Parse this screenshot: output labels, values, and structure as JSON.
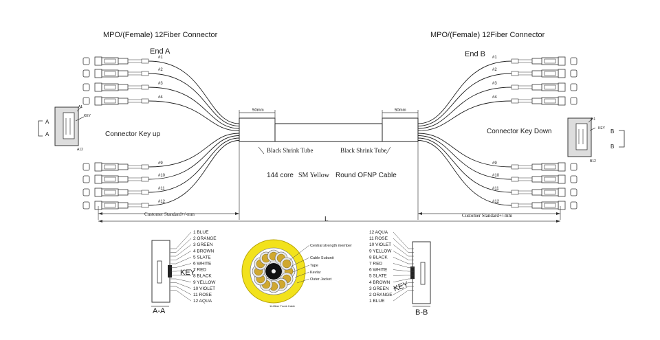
{
  "header": {
    "connector_left": "MPO/(Female)  12Fiber Connector",
    "connector_right": "MPO/(Female)  12Fiber Connector",
    "end_a": "End A",
    "end_b": "End B"
  },
  "fiber_labels_left": [
    "#1",
    "#2",
    "#3",
    "#4",
    "#9",
    "#10",
    "#11",
    "#12"
  ],
  "fiber_labels_right": [
    "#1",
    "#2",
    "#3",
    "#4",
    "#9",
    "#10",
    "#11",
    "#12"
  ],
  "key_left": {
    "label": "Connector Key up",
    "a_label": "A",
    "a1": "A1",
    "a12": "A12",
    "key": "KEY"
  },
  "key_right": {
    "label": "Connector Key Down",
    "b_label": "B",
    "b1": "B1",
    "b12": "B12",
    "key": "KEY"
  },
  "shrink_left": {
    "length": "50mm",
    "label": "Black Shrink Tube"
  },
  "shrink_right": {
    "length": "50mm",
    "label": "Black Shrink Tube"
  },
  "cable_label_a": "144 core",
  "cable_label_b": "SM Yellow",
  "cable_label_c": "Round OFNP Cable",
  "length_left": "Customer Standard+/-mm",
  "length_right": "Customer Standard+/-mm",
  "length_total": "L",
  "section_a": {
    "title": "A-A",
    "key": "KEY",
    "colors": [
      "1 BLUE",
      "2 ORANGE",
      "3 GREEN",
      "4 BROWN",
      "5 SLATE",
      "6 WHITE",
      "7 RED",
      "8 BLACK",
      "9 YELLOW",
      "10 VIOLET",
      "11 ROSE",
      "12 AQUA"
    ]
  },
  "section_b": {
    "title": "B-B",
    "key": "KEY",
    "colors": [
      "12 AQUA",
      "11 ROSE",
      "10 VIOLET",
      "9 YELLOW",
      "8 BLACK",
      "7 RED",
      "6 WHITE",
      "5 SLATE",
      "4 BROWN",
      "3 GREEN",
      "2 ORANGE",
      "1 BLUE"
    ]
  },
  "cross_section": {
    "labels": [
      "Central strength member",
      "Cable Subunit",
      "Tape",
      "Kevlar",
      "Outer Jacket"
    ],
    "caption": "144fiber Trunk Cable",
    "jacket_color": "#f2e21c",
    "subunit_color": "#e8e8e8"
  }
}
